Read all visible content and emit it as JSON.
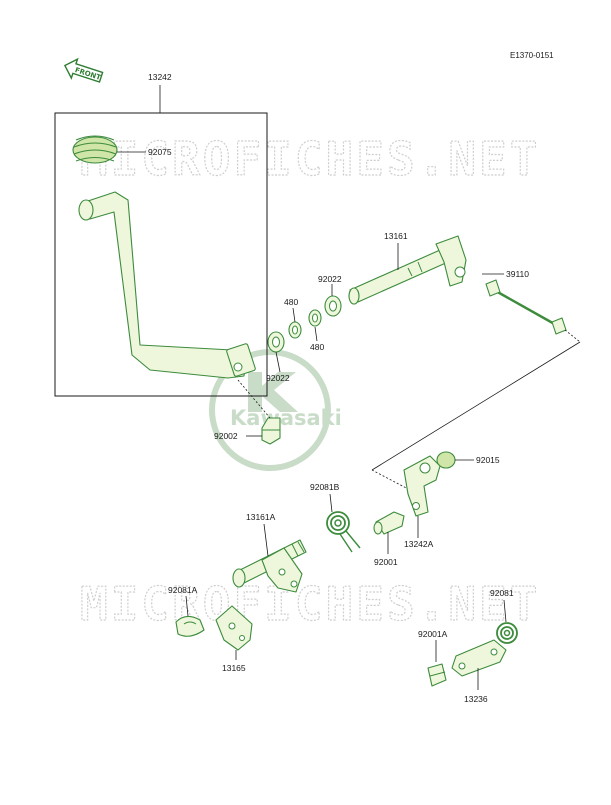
{
  "diagram": {
    "figure_code": "E1370-0151",
    "front_label": "FRONT",
    "watermark_top": "MICROFICHES.NET",
    "watermark_bottom": "MICROFICHES.NET",
    "logo_text": "Kawasaki",
    "colors": {
      "part_stroke": "#3d8b3d",
      "part_fill": "#eef7dc",
      "watermark": "#cfcfcf",
      "logo": "#c8dcc8"
    },
    "parts": {
      "p13242": "13242",
      "p92075": "92075",
      "p13161": "13161",
      "p39110": "39110",
      "p92022_top": "92022",
      "p480_top": "480",
      "p480_bottom": "480",
      "p92022_bottom": "92022",
      "p92002": "92002",
      "p92015": "92015",
      "p92081B": "92081B",
      "p13161A": "13161A",
      "p13242A": "13242A",
      "p92001": "92001",
      "p92081A": "92081A",
      "p92081": "92081",
      "p92001A": "92001A",
      "p13165": "13165",
      "p13236": "13236"
    }
  }
}
